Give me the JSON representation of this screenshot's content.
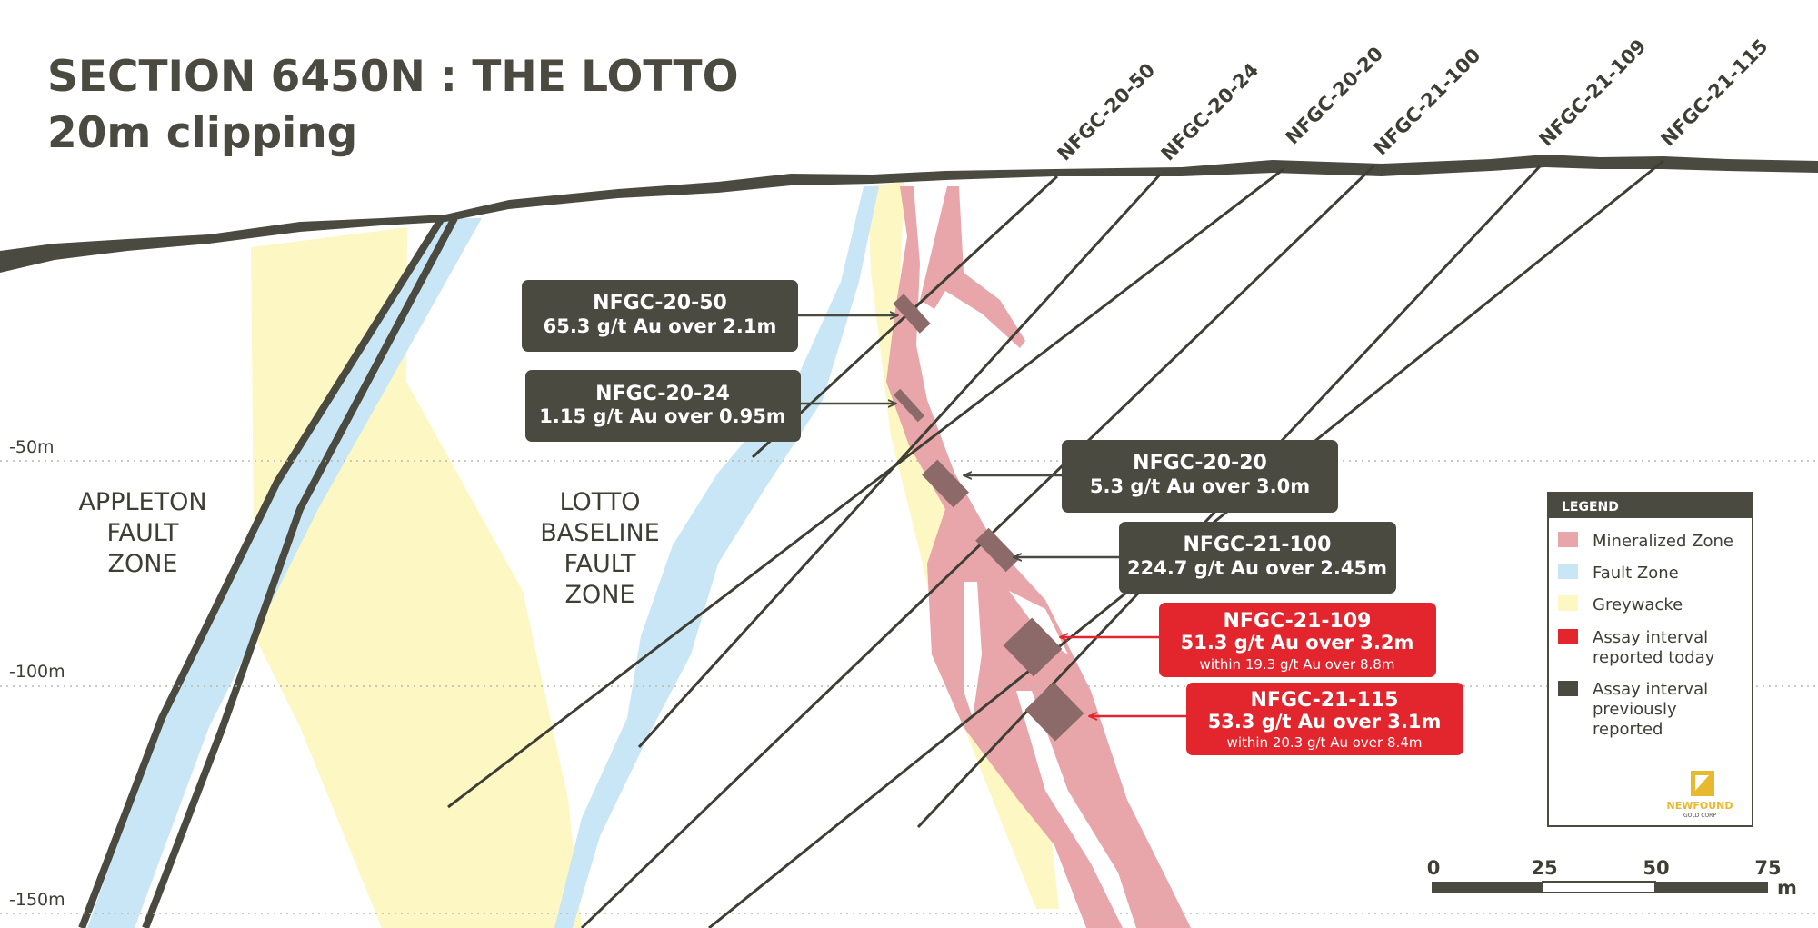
{
  "title": {
    "line1": "SECTION 6450N : THE LOTTO",
    "line2": "20m clipping"
  },
  "drill_holes": [
    {
      "id": "NFGC-20-50"
    },
    {
      "id": "NFGC-20-24"
    },
    {
      "id": "NFGC-20-20"
    },
    {
      "id": "NFGC-21-100"
    },
    {
      "id": "NFGC-21-109"
    },
    {
      "id": "NFGC-21-115"
    }
  ],
  "depth_labels": [
    "-50m",
    "-100m",
    "-150m"
  ],
  "zones": {
    "appleton": [
      "APPLETON",
      "FAULT",
      "ZONE"
    ],
    "lotto": [
      "LOTTO",
      "BASELINE",
      "FAULT",
      "ZONE"
    ]
  },
  "callouts": [
    {
      "hole": "NFGC-20-50",
      "assay": "65.3 g/t Au over 2.1m",
      "within": "",
      "status": "previous"
    },
    {
      "hole": "NFGC-20-24",
      "assay": "1.15 g/t Au over 0.95m",
      "within": "",
      "status": "previous"
    },
    {
      "hole": "NFGC-20-20",
      "assay": "5.3 g/t Au over 3.0m",
      "within": "",
      "status": "previous"
    },
    {
      "hole": "NFGC-21-100",
      "assay": "224.7 g/t Au over 2.45m",
      "within": "",
      "status": "previous"
    },
    {
      "hole": "NFGC-21-109",
      "assay": "51.3 g/t Au over 3.2m",
      "within": "within 19.3 g/t Au over 8.8m",
      "status": "today"
    },
    {
      "hole": "NFGC-21-115",
      "assay": "53.3 g/t Au over 3.1m",
      "within": "within 20.3 g/t Au over 8.4m",
      "status": "today"
    }
  ],
  "legend": {
    "title": "LEGEND",
    "items": [
      {
        "label": [
          "Mineralized Zone"
        ],
        "color": "#e8a5aa"
      },
      {
        "label": [
          "Fault Zone"
        ],
        "color": "#c8e6f5"
      },
      {
        "label": [
          "Greywacke"
        ],
        "color": "#fdf8c3"
      },
      {
        "label": [
          "Assay interval",
          "reported today"
        ],
        "color": "#e3262e"
      },
      {
        "label": [
          "Assay interval",
          "previously",
          "reported"
        ],
        "color": "#4a4a40"
      }
    ],
    "logo_text": [
      "NEWFOUND",
      "GOLD CORP"
    ]
  },
  "scale_bar": {
    "ticks": [
      "0",
      "25",
      "50",
      "75"
    ],
    "unit": "m"
  },
  "colors": {
    "dark": "#4a4a40",
    "red": "#e3262e",
    "mineralized": "#e8a5aa",
    "fault": "#c8e6f5",
    "greywacke": "#fdf8c3",
    "gold": "#e8b92e"
  }
}
